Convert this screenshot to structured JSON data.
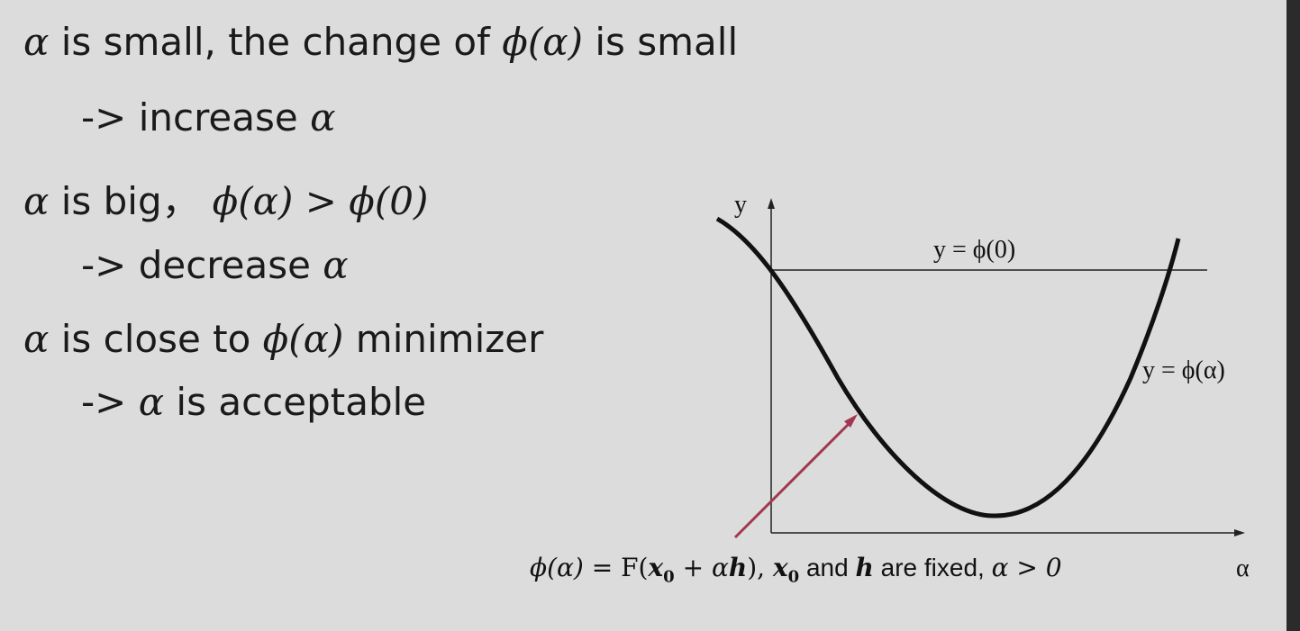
{
  "bullets": [
    {
      "main_sym": "α",
      "main_text": " is small, the change of ",
      "main_math": "ϕ(α)",
      "main_tail": " is small",
      "sub_text": "-> increase ",
      "sub_sym": "α"
    },
    {
      "main_sym": "α",
      "main_text": " is big，",
      "main_math": "ϕ(α) > ϕ(0)",
      "sub_text": "-> decrease ",
      "sub_sym": "α"
    },
    {
      "main_sym": "α",
      "main_text": " is close to ",
      "main_math": "ϕ(α)",
      "main_tail": " minimizer",
      "sub_text": "-> ",
      "sub_sym": "α",
      "sub_tail": " is acceptable"
    }
  ],
  "figure": {
    "y_axis_label": "y",
    "x_axis_label": "α",
    "hline_label": "y = ϕ(0)",
    "curve_label": "y = ϕ(α)",
    "caption": {
      "phi": "ϕ(α)",
      "eq": " = F(",
      "x0": "x",
      "sub0": "0",
      "plus": " + α",
      "h": "h",
      "close": "), ",
      "x0b": "x",
      "sub0b": "0",
      "and": " and ",
      "hb": "h",
      "fixed": " are fixed, ",
      "cond": "α > 0"
    },
    "arrow_color": "#a0384f",
    "curve_color": "#111111"
  }
}
